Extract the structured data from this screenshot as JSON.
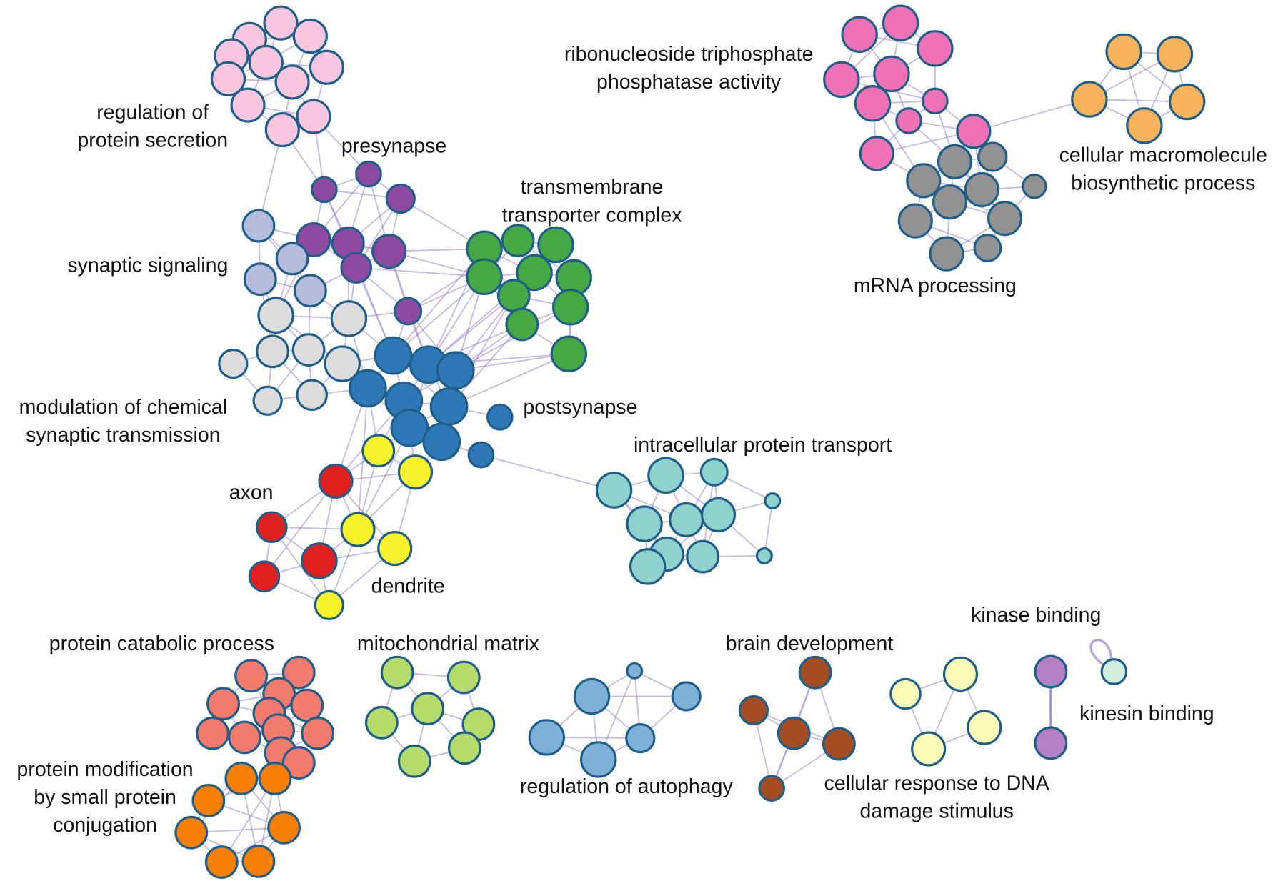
{
  "colors": {
    "pink_light": "#f9c6df",
    "purple": "#8e4a9e",
    "lavender": "#b6bcdc",
    "gray_light": "#dcdcdc",
    "blue": "#2f78b7",
    "green": "#46a844",
    "yellow": "#f7f22a",
    "red": "#e0201e",
    "teal": "#8fd2cd",
    "pink_hot": "#ef72b7",
    "orange_light": "#f7b25c",
    "gray": "#929292",
    "salmon": "#f27b6e",
    "orange": "#f77f05",
    "lime": "#b5dc6a",
    "steel": "#7fb0d8",
    "brown": "#a44d22",
    "cream": "#fcfcb6",
    "violet": "#b57fc3",
    "mint": "#cfeee0",
    "edge": "#9b7fc6"
  },
  "clusters": [
    {
      "id": "regulation-of-protein-secretion",
      "label": [
        "regulation of",
        "protein secretion"
      ],
      "color": "pink_light"
    },
    {
      "id": "presynapse",
      "label": [
        "presynapse"
      ],
      "color": "purple"
    },
    {
      "id": "synaptic-signaling",
      "label": [
        "synaptic signaling"
      ],
      "color": "lavender"
    },
    {
      "id": "modulation-of-chemical-synaptic-transmission",
      "label": [
        "modulation of chemical",
        "synaptic transmission"
      ],
      "color": "gray_light"
    },
    {
      "id": "transmembrane-transporter-complex",
      "label": [
        "transmembrane",
        "transporter complex"
      ],
      "color": "green"
    },
    {
      "id": "postsynapse",
      "label": [
        "postsynapse"
      ],
      "color": "blue"
    },
    {
      "id": "axon",
      "label": [
        "axon"
      ],
      "color": "red"
    },
    {
      "id": "dendrite",
      "label": [
        "dendrite"
      ],
      "color": "yellow"
    },
    {
      "id": "intracellular-protein-transport",
      "label": [
        "intracellular protein transport"
      ],
      "color": "teal"
    },
    {
      "id": "ribonucleoside-triphosphate-phosphatase-activity",
      "label": [
        "ribonucleoside triphosphate",
        "phosphatase activity"
      ],
      "color": "pink_hot"
    },
    {
      "id": "cellular-macromolecule-biosynthetic-process",
      "label": [
        "cellular macromolecule",
        "biosynthetic process"
      ],
      "color": "orange_light"
    },
    {
      "id": "mrna-processing",
      "label": [
        "mRNA processing"
      ],
      "color": "gray"
    },
    {
      "id": "protein-catabolic-process",
      "label": [
        "protein catabolic process"
      ],
      "color": "salmon"
    },
    {
      "id": "protein-modification-by-small-protein-conjugation",
      "label": [
        "protein modification",
        "by small protein",
        "conjugation"
      ],
      "color": "orange"
    },
    {
      "id": "mitochondrial-matrix",
      "label": [
        "mitochondrial matrix"
      ],
      "color": "lime"
    },
    {
      "id": "regulation-of-autophagy",
      "label": [
        "regulation of autophagy"
      ],
      "color": "steel"
    },
    {
      "id": "brain-development",
      "label": [
        "brain development"
      ],
      "color": "brown"
    },
    {
      "id": "cellular-response-to-dna-damage-stimulus",
      "label": [
        "cellular response to DNA",
        "damage stimulus"
      ],
      "color": "cream"
    },
    {
      "id": "kinase-binding",
      "label": [
        "kinase binding"
      ],
      "color": "violet"
    },
    {
      "id": "kinesin-binding",
      "label": [
        "kinesin binding"
      ],
      "color": "mint"
    }
  ]
}
